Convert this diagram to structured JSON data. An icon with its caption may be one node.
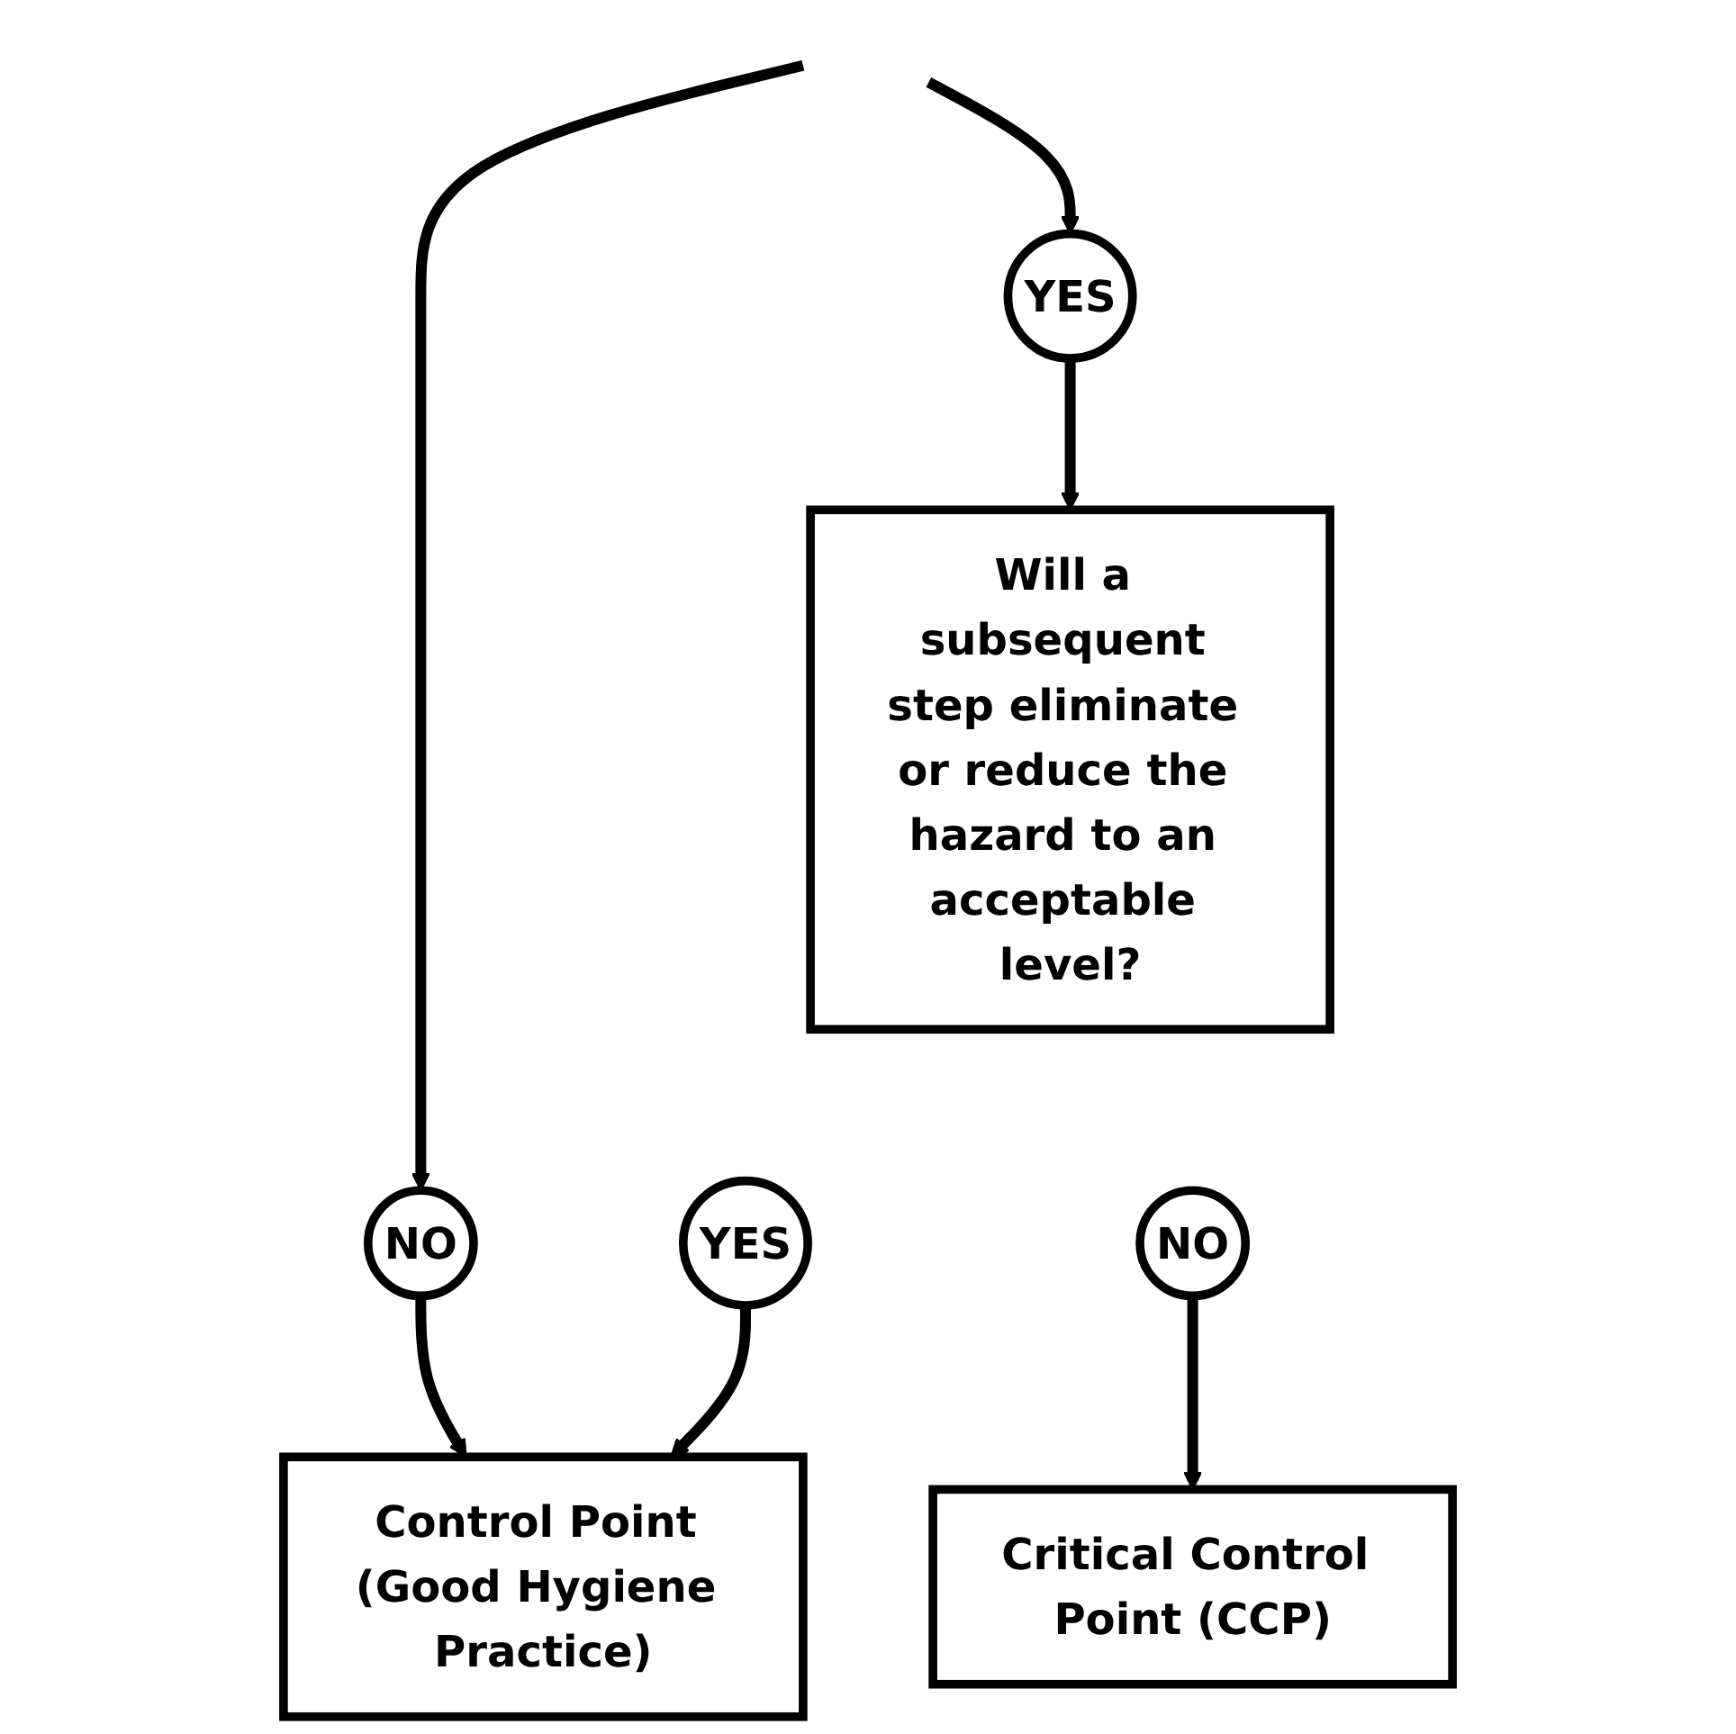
{
  "diagram": {
    "nodes": [
      {
        "text": [
          "NO"
        ]
      },
      {
        "text": [
          "YES"
        ]
      },
      {
        "text": [
          "Will a subsequent step eliminate or reduce the hazard to an acceptable level?"
        ]
      },
      {
        "text": [
          "YES"
        ]
      },
      {
        "text": [
          "NO"
        ]
      },
      {
        "text": [
          "Control Point (Good Hygiene Practice)"
        ]
      },
      {
        "text": [
          "Critical Control Point (CCP)"
        ]
      }
    ],
    "edges": [
      {
        "from": null,
        "to": 0,
        "arrow": "to"
      },
      {
        "from": null,
        "to": 1,
        "arrow": "to"
      },
      {
        "from": 0,
        "to": 5,
        "arrow": "to"
      },
      {
        "from": 1,
        "to": 2,
        "arrow": "to"
      },
      {
        "from": 3,
        "to": 5,
        "arrow": "to"
      },
      {
        "from": 4,
        "to": 6,
        "arrow": "to"
      }
    ]
  }
}
